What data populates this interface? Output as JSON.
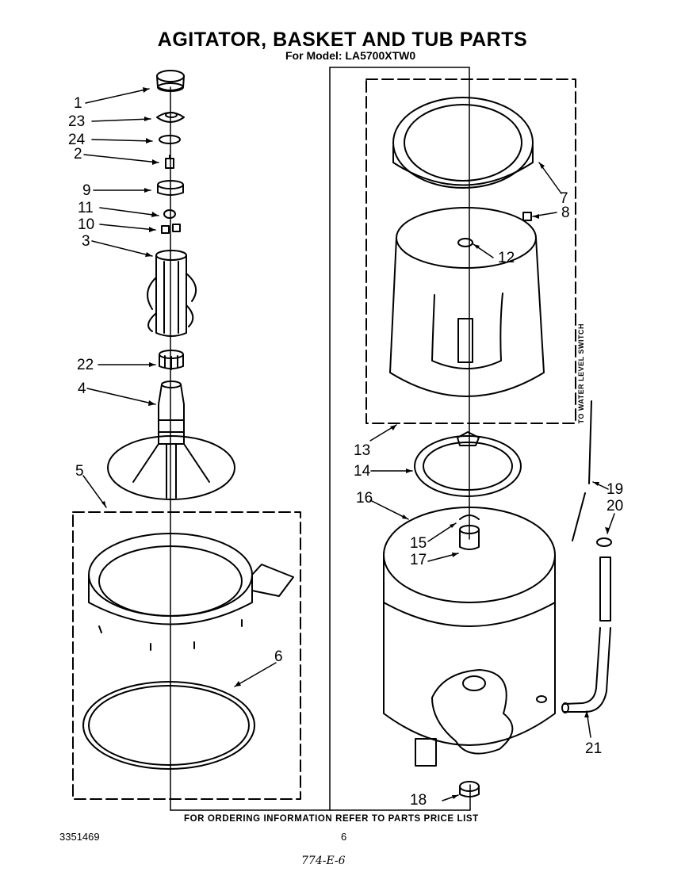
{
  "header": {
    "title": "AGITATOR, BASKET AND TUB PARTS",
    "model": "For Model: LA5700XTW0"
  },
  "footer": {
    "ordering_note": "FOR ORDERING INFORMATION REFER TO PARTS PRICE LIST",
    "document_number": "3351469",
    "page_number": "6",
    "handwritten_code": "774-E-6"
  },
  "side_label": "TO WATER LEVEL SWITCH",
  "callouts": {
    "c1": "1",
    "c23": "23",
    "c24": "24",
    "c2": "2",
    "c9": "9",
    "c11": "11",
    "c10": "10",
    "c3": "3",
    "c22": "22",
    "c4": "4",
    "c5": "5",
    "c6": "6",
    "c7": "7",
    "c8": "8",
    "c12": "12",
    "c13": "13",
    "c14": "14",
    "c16": "16",
    "c15": "15",
    "c17": "17",
    "c18": "18",
    "c19": "19",
    "c20": "20",
    "c21": "21"
  }
}
